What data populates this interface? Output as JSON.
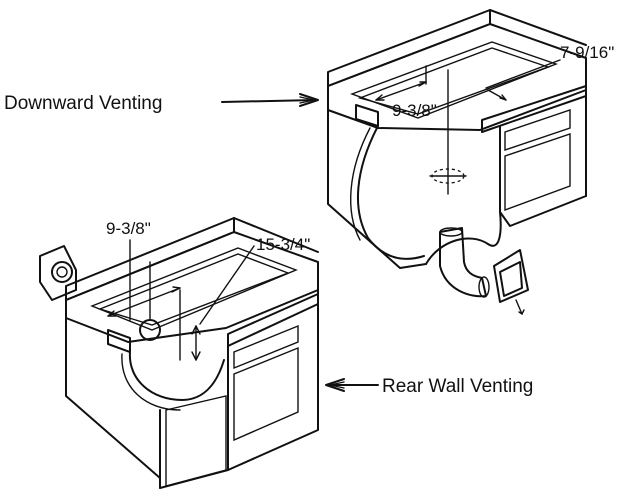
{
  "labels": {
    "downward_venting": "Downward Venting",
    "rear_wall_venting": "Rear Wall Venting"
  },
  "dimensions": {
    "top_width": "9-3/8\"",
    "top_depth": "7-9/16\"",
    "bottom_width": "9-3/8\"",
    "bottom_depth": "15-3/4\""
  },
  "colors": {
    "line": "#111111",
    "background": "#ffffff"
  }
}
